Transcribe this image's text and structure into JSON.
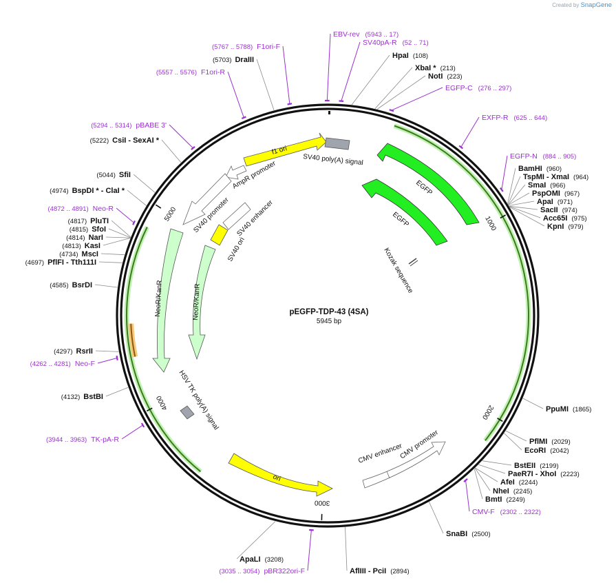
{
  "branding": {
    "created_by": "Created by",
    "app": "SnapGene"
  },
  "plasmid": {
    "name": "pEGFP-TDP-43 (4SA)",
    "size_label": "5945 bp",
    "length": 5945
  },
  "ticks": [
    {
      "bp": 1000,
      "label": "1000"
    },
    {
      "bp": 2000,
      "label": "2000"
    },
    {
      "bp": 3000,
      "label": "3000"
    },
    {
      "bp": 4000,
      "label": "4000"
    },
    {
      "bp": 5000,
      "label": "5000"
    }
  ],
  "enzymes": [
    {
      "id": "hpai",
      "name": "HpaI",
      "pos": "(108)",
      "bp": 108
    },
    {
      "id": "xbai",
      "name": "XbaI *",
      "pos": "(213)",
      "bp": 213
    },
    {
      "id": "noti",
      "name": "NotI",
      "pos": "(223)",
      "bp": 223
    },
    {
      "id": "bamhi",
      "name": "BamHI",
      "pos": "(960)",
      "bp": 960
    },
    {
      "id": "tspmi",
      "name": "TspMI  - XmaI",
      "pos": "(964)",
      "bp": 964
    },
    {
      "id": "smai",
      "name": "SmaI",
      "pos": "(966)",
      "bp": 966
    },
    {
      "id": "pspomi",
      "name": "PspOMI",
      "pos": "(967)",
      "bp": 967
    },
    {
      "id": "apai",
      "name": "ApaI",
      "pos": "(971)",
      "bp": 971
    },
    {
      "id": "sacii",
      "name": "SacII",
      "pos": "(974)",
      "bp": 974
    },
    {
      "id": "acc65i",
      "name": "Acc65I",
      "pos": "(975)",
      "bp": 975
    },
    {
      "id": "kpni",
      "name": "KpnI",
      "pos": "(979)",
      "bp": 979
    },
    {
      "id": "ppumi",
      "name": "PpuMI",
      "pos": "(1865)",
      "bp": 1865
    },
    {
      "id": "pflmi",
      "name": "PflMI",
      "pos": "(2029)",
      "bp": 2029
    },
    {
      "id": "ecori",
      "name": "EcoRI",
      "pos": "(2042)",
      "bp": 2042
    },
    {
      "id": "bsteii",
      "name": "BstEII",
      "pos": "(2199)",
      "bp": 2199
    },
    {
      "id": "paer7i",
      "name": "PaeR7I  - XhoI",
      "pos": "(2223)",
      "bp": 2223
    },
    {
      "id": "afei",
      "name": "AfeI",
      "pos": "(2244)",
      "bp": 2244
    },
    {
      "id": "nhei",
      "name": "NheI",
      "pos": "(2245)",
      "bp": 2245
    },
    {
      "id": "bmti",
      "name": "BmtI",
      "pos": "(2249)",
      "bp": 2249
    },
    {
      "id": "snabi",
      "name": "SnaBI",
      "pos": "(2500)",
      "bp": 2500
    },
    {
      "id": "aflIII",
      "name": "AflIII  - PciI",
      "pos": "(2894)",
      "bp": 2894
    },
    {
      "id": "apali",
      "name": "ApaLI",
      "pos": "(3208)",
      "bp": 3208
    },
    {
      "id": "bstbi",
      "name": "BstBI",
      "pos": "(4132)",
      "bp": 4132
    },
    {
      "id": "rsrii",
      "name": "RsrII",
      "pos": "(4297)",
      "bp": 4297
    },
    {
      "id": "bsrdi",
      "name": "BsrDI",
      "pos": "(4585)",
      "bp": 4585
    },
    {
      "id": "pflfi",
      "name": "PflFI  - Tth111I",
      "pos": "(4697)",
      "bp": 4697
    },
    {
      "id": "msci",
      "name": "MscI",
      "pos": "(4734)",
      "bp": 4734
    },
    {
      "id": "kasi",
      "name": "KasI",
      "pos": "(4813)",
      "bp": 4813
    },
    {
      "id": "nari",
      "name": "NarI",
      "pos": "(4814)",
      "bp": 4814
    },
    {
      "id": "sfoi",
      "name": "SfoI",
      "pos": "(4815)",
      "bp": 4815
    },
    {
      "id": "pluti",
      "name": "PluTI",
      "pos": "(4817)",
      "bp": 4817
    },
    {
      "id": "bspdi",
      "name": "BspDI *  - ClaI *",
      "pos": "(4974)",
      "bp": 4974
    },
    {
      "id": "sfii",
      "name": "SfiI",
      "pos": "(5044)",
      "bp": 5044
    },
    {
      "id": "csii",
      "name": "CsiI  - SexAI *",
      "pos": "(5222)",
      "bp": 5222
    },
    {
      "id": "draiii",
      "name": "DraIII",
      "pos": "(5703)",
      "bp": 5703
    }
  ],
  "primers": [
    {
      "id": "ebv-rev",
      "name": "EBV-rev",
      "pos": "(5943 .. 17)",
      "bp": 5943
    },
    {
      "id": "sv40pa-r",
      "name": "SV40pA-R",
      "pos": "(52 .. 71)",
      "bp": 60
    },
    {
      "id": "egfp-c",
      "name": "EGFP-C",
      "pos": "(276 .. 297)",
      "bp": 286
    },
    {
      "id": "exfp-r",
      "name": "EXFP-R",
      "pos": "(625 .. 644)",
      "bp": 634
    },
    {
      "id": "egfp-n",
      "name": "EGFP-N",
      "pos": "(884 .. 905)",
      "bp": 894
    },
    {
      "id": "cmv-f",
      "name": "CMV-F",
      "pos": "(2302 .. 2322)",
      "bp": 2312
    },
    {
      "id": "pbr322ori-f",
      "name": "pBR322ori-F",
      "pos": "(3035 .. 3054)",
      "bp": 3044
    },
    {
      "id": "tk-pa-r",
      "name": "TK-pA-R",
      "pos": "(3944 .. 3963)",
      "bp": 3953
    },
    {
      "id": "neo-f",
      "name": "Neo-F",
      "pos": "(4262 .. 4281)",
      "bp": 4271
    },
    {
      "id": "neo-r",
      "name": "Neo-R",
      "pos": "(4872 .. 4891)",
      "bp": 4881
    },
    {
      "id": "pbabe3",
      "name": "pBABE 3'",
      "pos": "(5294 .. 5314)",
      "bp": 5304
    },
    {
      "id": "f1ori-r",
      "name": "F1ori-R",
      "pos": "(5557 .. 5576)",
      "bp": 5566
    },
    {
      "id": "f1ori-f",
      "name": "F1ori-F",
      "pos": "(5767 .. 5788)",
      "bp": 5777
    }
  ],
  "features": [
    {
      "id": "f1-ori",
      "label": "f1 ori",
      "color": "#ffff00"
    },
    {
      "id": "sv40-polya",
      "label": "SV40 poly(A) signal",
      "color": "#a0a4ac"
    },
    {
      "id": "ampr-promoter",
      "label": "AmpR promoter",
      "color": "#ffffff"
    },
    {
      "id": "sv40-promoter",
      "label": "SV40 promoter",
      "color": "#ffffff"
    },
    {
      "id": "sv40-enhancer",
      "label": "SV40 enhancer",
      "color": "#ffffff"
    },
    {
      "id": "sv40-ori",
      "label": "SV40 ori",
      "color": "#ffff00"
    },
    {
      "id": "egfp-outer",
      "label": "EGFP",
      "color": "#22ee22"
    },
    {
      "id": "egfp-inner",
      "label": "EGFP",
      "color": "#22ee22"
    },
    {
      "id": "kozak",
      "label": "Kozak sequence",
      "color": "#ffffff"
    },
    {
      "id": "neokanr-outer",
      "label": "NeoR/KanR",
      "color": "#ccffcc"
    },
    {
      "id": "neokanr-inner",
      "label": "NeoR/KanR",
      "color": "#ccffcc"
    },
    {
      "id": "hsv-tk-polya",
      "label": "HSV TK poly(A) signal",
      "color": "#a0a4ac"
    },
    {
      "id": "ori",
      "label": "ori",
      "color": "#ffff00"
    },
    {
      "id": "cmv-enhancer",
      "label": "CMV enhancer",
      "color": "#ffffff"
    },
    {
      "id": "cmv-promoter",
      "label": "CMV promoter",
      "color": "#ffffff"
    }
  ]
}
